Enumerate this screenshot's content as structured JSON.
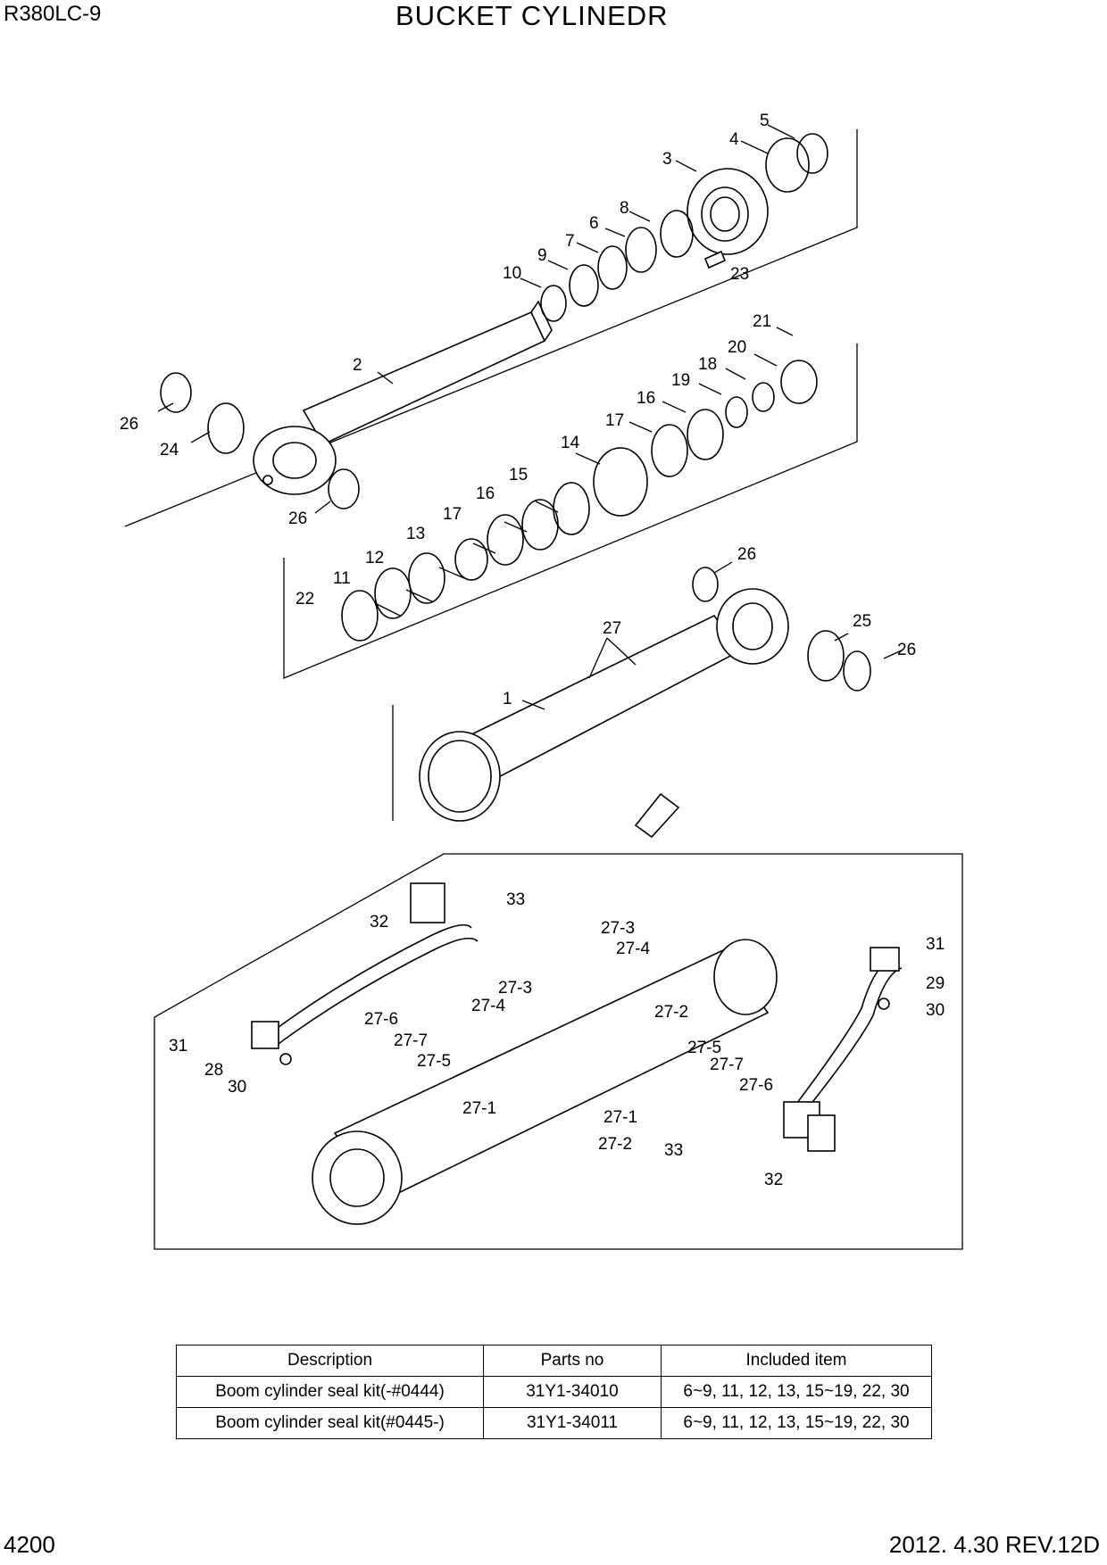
{
  "header": {
    "model": "R380LC-9",
    "title": "BUCKET CYLINEDR"
  },
  "footer": {
    "page": "4200",
    "revision": "2012. 4.30  REV.12D"
  },
  "callouts": {
    "c1": "1",
    "c2": "2",
    "c3": "3",
    "c4": "4",
    "c5": "5",
    "c6": "6",
    "c7": "7",
    "c8": "8",
    "c9": "9",
    "c10": "10",
    "c11": "11",
    "c12": "12",
    "c13": "13",
    "c14": "14",
    "c15": "15",
    "c16a": "16",
    "c16b": "16",
    "c17a": "17",
    "c17b": "17",
    "c18": "18",
    "c19": "19",
    "c20": "20",
    "c21": "21",
    "c22": "22",
    "c23": "23",
    "c24": "24",
    "c25": "25",
    "c26a": "26",
    "c26b": "26",
    "c26c": "26",
    "c26d": "26",
    "c27": "27",
    "d27_3a": "27-3",
    "d27_4a": "27-4",
    "d27_3b": "27-3",
    "d27_4b": "27-4",
    "d27_6a": "27-6",
    "d27_7a": "27-7",
    "d27_5a": "27-5",
    "d27_2a": "27-2",
    "d27_5b": "27-5",
    "d27_7b": "27-7",
    "d27_6b": "27-6",
    "d27_1a": "27-1",
    "d27_1b": "27-1",
    "d27_2b": "27-2",
    "d28": "28",
    "d29": "29",
    "d30a": "30",
    "d30b": "30",
    "d31a": "31",
    "d31b": "31",
    "d32a": "32",
    "d32b": "32",
    "d33a": "33",
    "d33b": "33"
  },
  "kit_table": {
    "headers": [
      "Description",
      "Parts no",
      "Included item"
    ],
    "rows": [
      [
        "Boom cylinder seal kit(-#0444)",
        "31Y1-34010",
        "6~9, 11, 12, 13, 15~19, 22, 30"
      ],
      [
        "Boom cylinder seal kit(#0445-)",
        "31Y1-34011",
        "6~9, 11, 12, 13, 15~19, 22, 30"
      ]
    ]
  }
}
